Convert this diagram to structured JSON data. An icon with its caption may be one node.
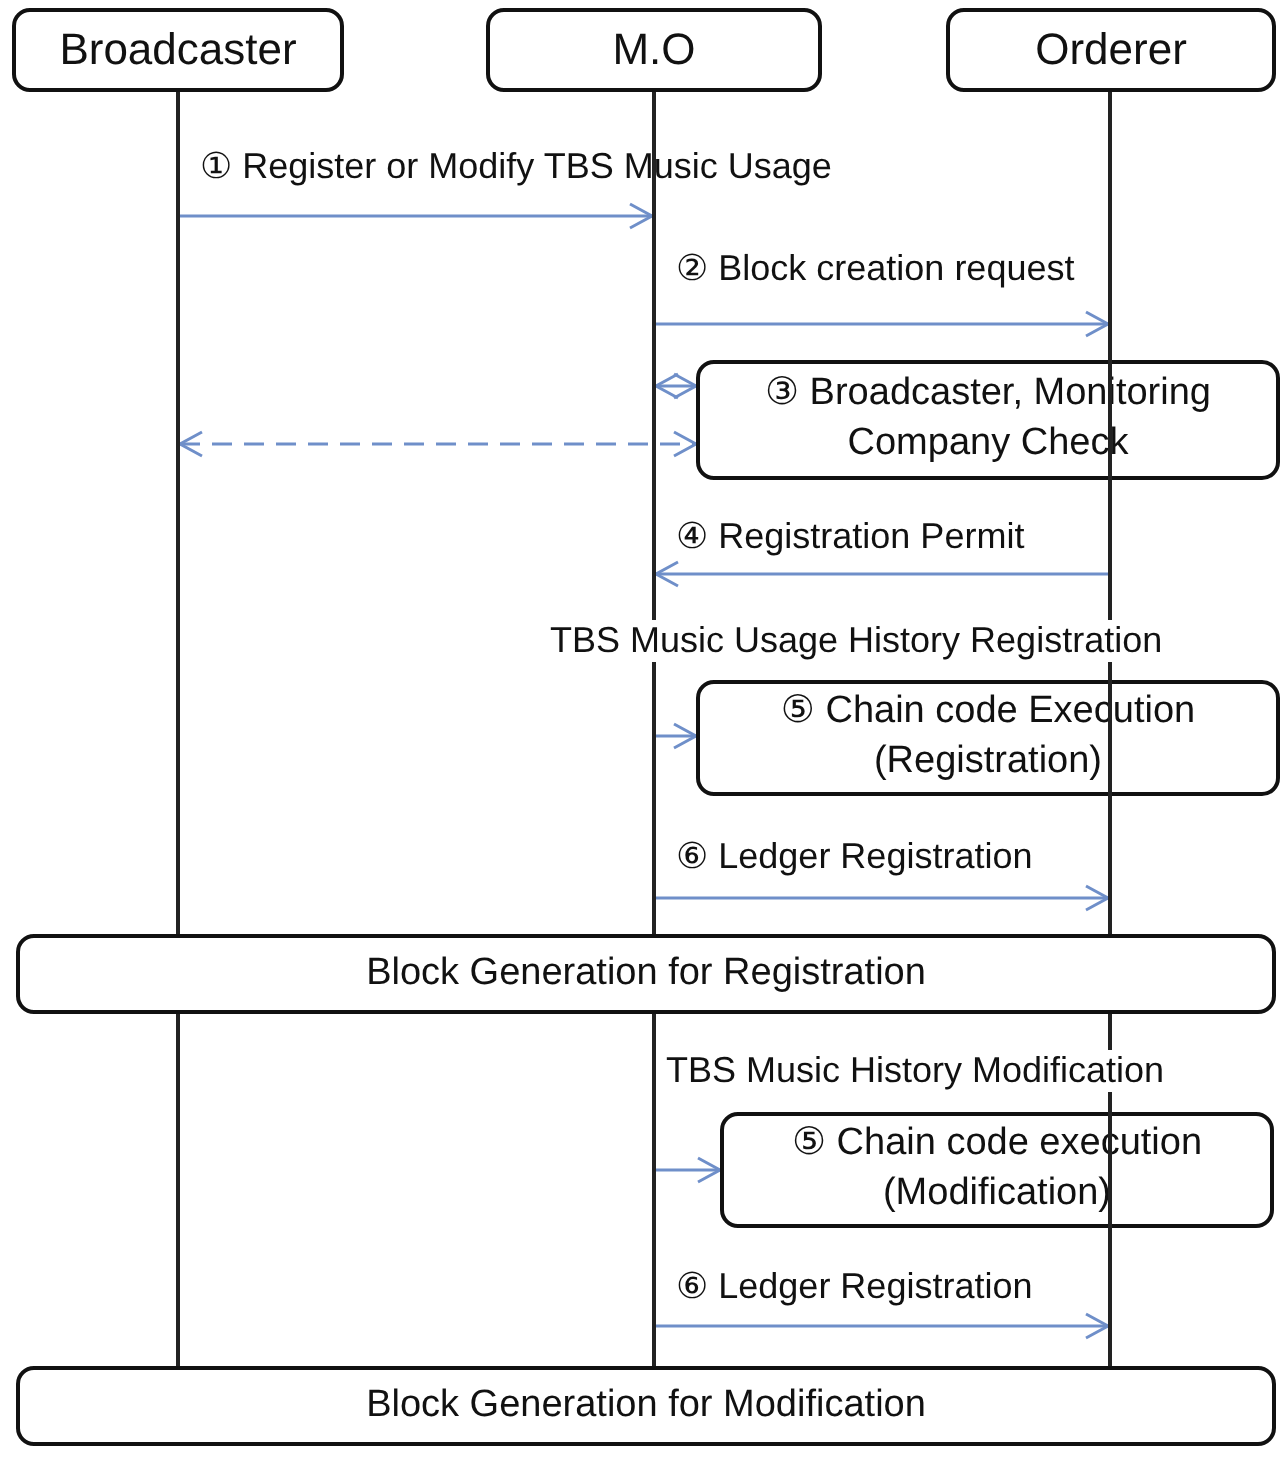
{
  "diagram": {
    "nodes": [
      {
        "text": [
          "Broadcaster"
        ]
      },
      {
        "text": [
          "M.O"
        ]
      },
      {
        "text": [
          "Orderer"
        ]
      },
      {
        "text": [],
        "shape": "bar"
      },
      {
        "text": [],
        "shape": "bar"
      },
      {
        "text": [],
        "shape": "bar"
      },
      {
        "text": [
          "③ Broadcaster, Monitoring Company Check"
        ]
      },
      {
        "text": [
          "⑤ Chain code Execution (Registration)"
        ]
      },
      {
        "text": [
          "Block Generation for Registration"
        ]
      },
      {
        "text": [],
        "shape": "bar"
      },
      {
        "text": [],
        "shape": "bar"
      },
      {
        "text": [],
        "shape": "bar"
      },
      {
        "text": [
          "⑤ Chain code execution (Modification)"
        ]
      },
      {
        "text": [
          "Block Generation for Modification"
        ]
      }
    ],
    "edges": [
      {
        "from": 3,
        "to": 4,
        "arrow": "to",
        "label": "① Register or Modify TBS Music Usage"
      },
      {
        "from": 4,
        "to": 5,
        "arrow": "to",
        "label": "② Block creation request"
      },
      {
        "from": 4,
        "to": 6,
        "arrow": "both"
      },
      {
        "from": 3,
        "to": 6,
        "arrow": "both",
        "style": "dashed"
      },
      {
        "from": 5,
        "to": 4,
        "arrow": "to",
        "label": "④ Registration Permit"
      },
      {
        "from": 4,
        "to": 7,
        "arrow": "to"
      },
      {
        "from": 4,
        "to": 5,
        "arrow": "to",
        "label": "⑥ Ledger Registration"
      },
      {
        "from": 10,
        "to": 12,
        "arrow": "to"
      },
      {
        "from": 10,
        "to": 11,
        "arrow": "to",
        "label": "⑥ Ledger Registration"
      }
    ],
    "labels": [
      "TBS Music Usage History Registration",
      "TBS Music History Modification"
    ]
  }
}
